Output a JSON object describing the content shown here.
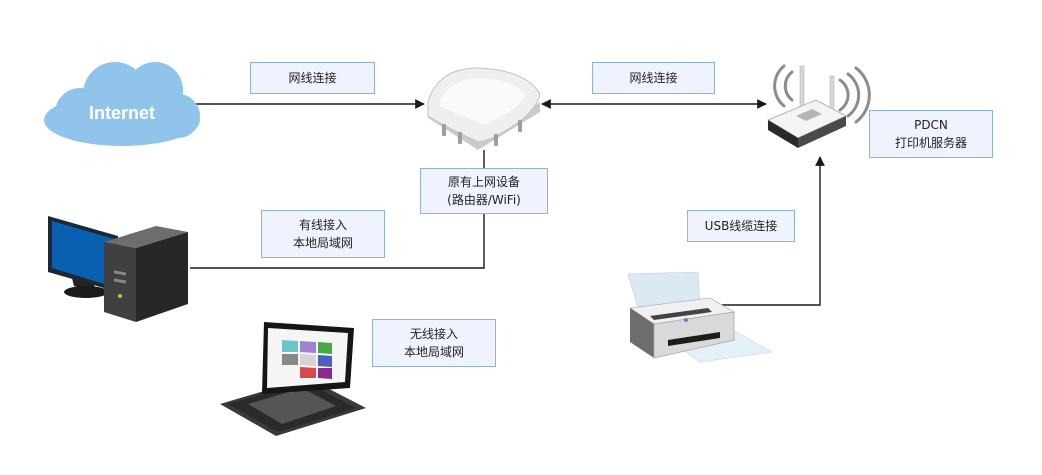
{
  "cloud": {
    "text": "Internet",
    "color": "#90c4ea"
  },
  "labels": {
    "link_internet_ap": "网线连接",
    "link_ap_pdcn": "网线连接",
    "ap_device": {
      "line1": "原有上网设备",
      "line2": "(路由器/WiFi)"
    },
    "pdcn": {
      "line1": "PDCN",
      "line2": "打印机服务器"
    },
    "usb_link": "USB线缆连接",
    "wired_access": {
      "line1": "有线接入",
      "line2": "本地局域网"
    },
    "wireless_access": {
      "line1": "无线接入",
      "line2": "本地局域网"
    }
  },
  "colors": {
    "label_fill": "#eef3fd",
    "label_border": "#8fb0e8",
    "wire": "#1a1a1a"
  },
  "icons": {
    "cloud": "cloud-icon",
    "access_point": "access-point-icon",
    "router": "wifi-router-icon",
    "desktop": "desktop-computer-icon",
    "laptop": "laptop-icon",
    "printer": "printer-icon"
  }
}
